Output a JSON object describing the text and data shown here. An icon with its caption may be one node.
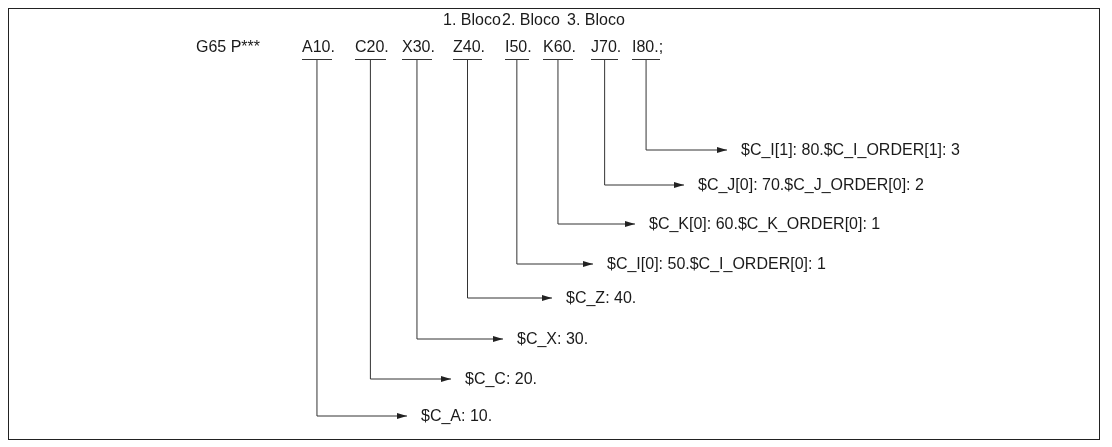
{
  "diagram": {
    "nodes": [
      {
        "text": [
          "A10."
        ]
      },
      {
        "text": [
          "C20."
        ]
      },
      {
        "text": [
          "X30."
        ]
      },
      {
        "text": [
          "Z40."
        ]
      },
      {
        "text": [
          "I50."
        ]
      },
      {
        "text": [
          "K60."
        ]
      },
      {
        "text": [
          "J70."
        ]
      },
      {
        "text": [
          "I80.;"
        ]
      },
      {
        "text": [
          "$C_A: 10."
        ]
      },
      {
        "text": [
          "$C_C: 20."
        ]
      },
      {
        "text": [
          "$C_X: 30."
        ]
      },
      {
        "text": [
          "$C_Z: 40."
        ]
      },
      {
        "text": [
          "$C_I[0]: 50.$C_I_ORDER[0]: 1"
        ]
      },
      {
        "text": [
          "$C_K[0]: 60.$C_K_ORDER[0]: 1"
        ]
      },
      {
        "text": [
          "$C_J[0]: 70.$C_J_ORDER[0]: 2"
        ]
      },
      {
        "text": [
          "$C_I[1]: 80.$C_I_ORDER[1]: 3"
        ]
      }
    ],
    "edges": [
      {
        "from": 0,
        "to": 8,
        "arrow": "to"
      },
      {
        "from": 1,
        "to": 9,
        "arrow": "to"
      },
      {
        "from": 2,
        "to": 10,
        "arrow": "to"
      },
      {
        "from": 3,
        "to": 11,
        "arrow": "to"
      },
      {
        "from": 4,
        "to": 12,
        "arrow": "to"
      },
      {
        "from": 5,
        "to": 13,
        "arrow": "to"
      },
      {
        "from": 6,
        "to": 14,
        "arrow": "to"
      },
      {
        "from": 7,
        "to": 15,
        "arrow": "to"
      }
    ],
    "labels": [
      "1. Bloco",
      "2. Bloco",
      "3. Bloco",
      "G65 P***"
    ]
  }
}
